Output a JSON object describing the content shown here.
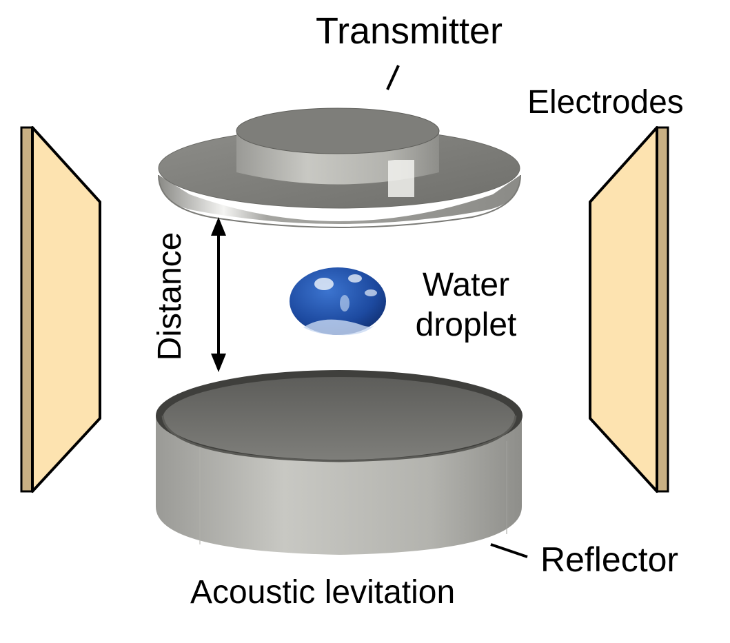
{
  "labels": {
    "transmitter": "Transmitter",
    "electrodes": "Electrodes",
    "distance": "Distance",
    "water_line1": "Water",
    "water_line2": "droplet",
    "reflector": "Reflector",
    "acoustic": "Acoustic levitation"
  },
  "colors": {
    "electrode_face": "#fde3b0",
    "electrode_edge": "#c9b083",
    "metal_light": "#c4c4bf",
    "metal_dark": "#7c7c78",
    "water": "#1f4fa8",
    "outline": "#000000"
  }
}
